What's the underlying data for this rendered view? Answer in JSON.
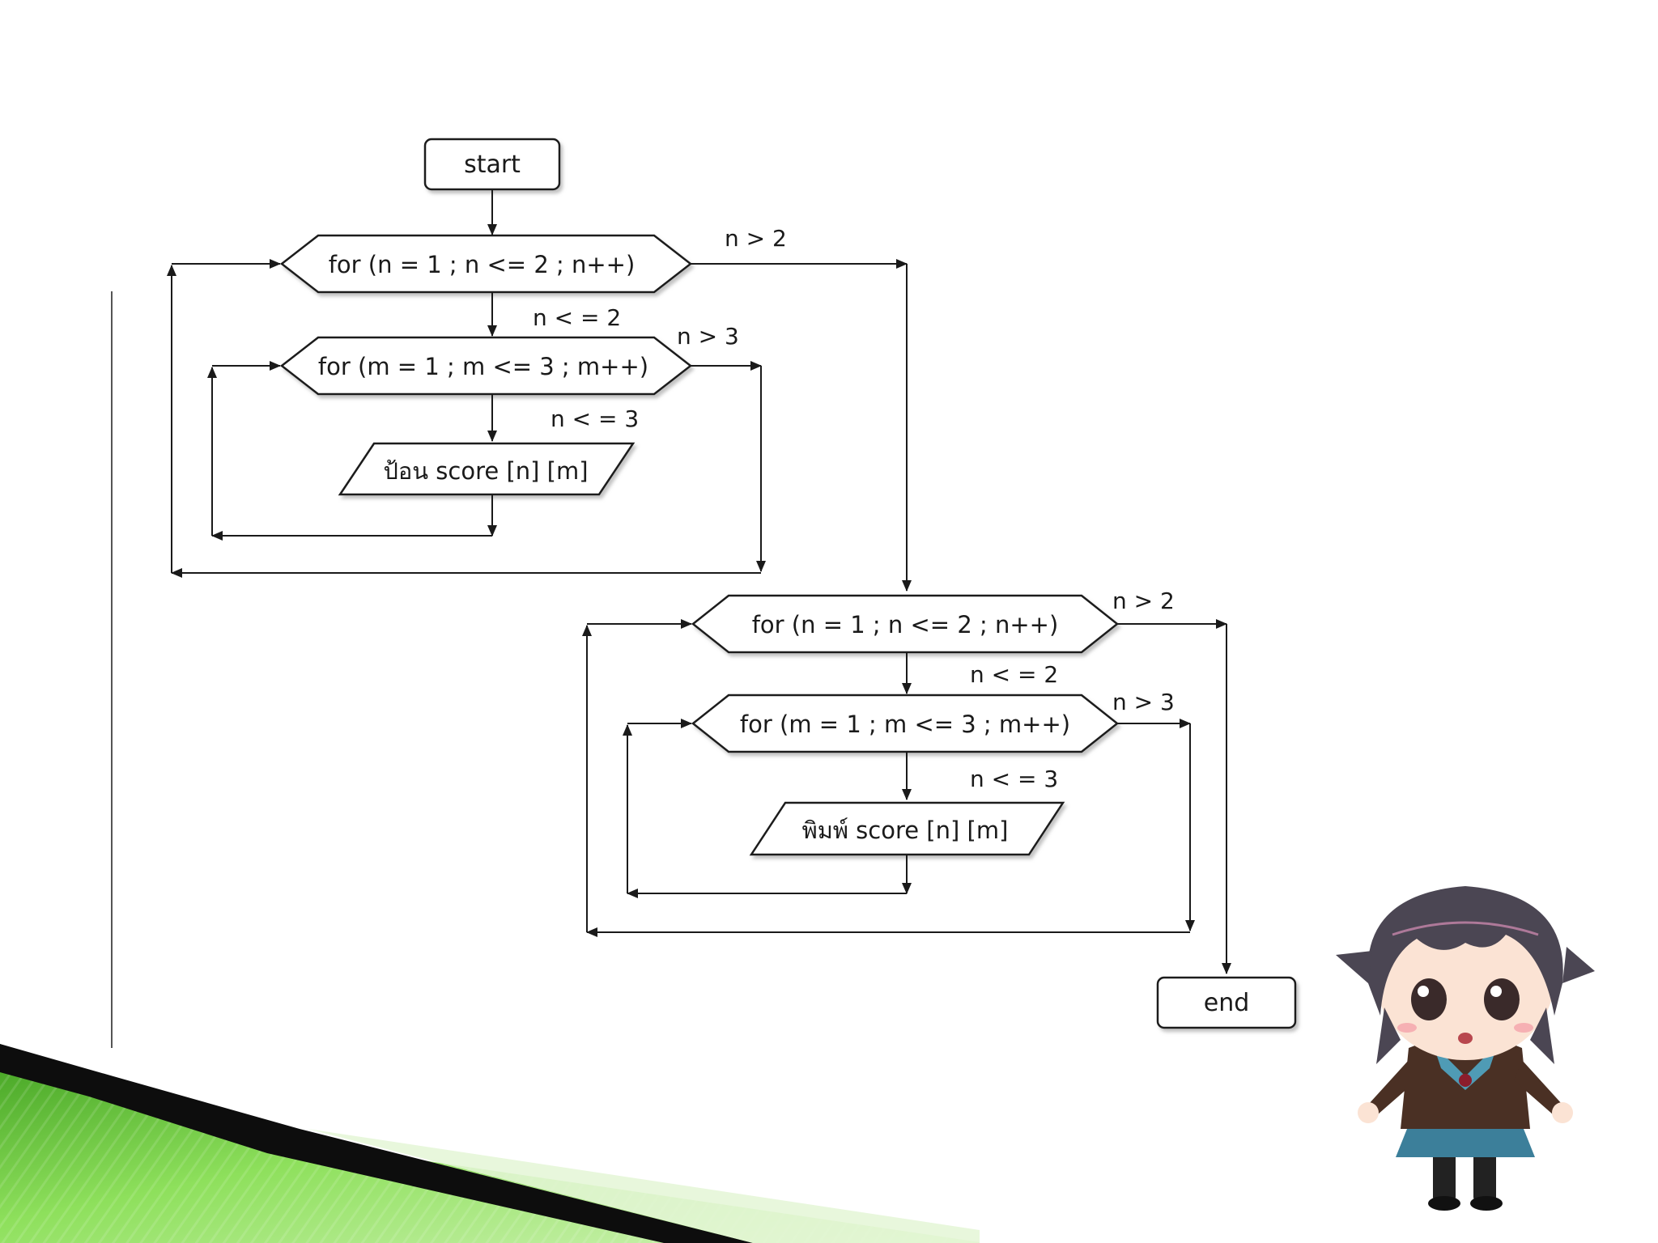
{
  "flowchart": {
    "start_label": "start",
    "end_label": "end",
    "input_block": {
      "outer_loop": "for (n = 1 ; n <= 2 ; n++)",
      "outer_exit": "n > 2",
      "outer_continue": "n < = 2",
      "inner_loop": "for (m = 1 ; m <= 3 ; m++)",
      "inner_exit": "n > 3",
      "inner_continue": "n < = 3",
      "io_step": "ป้อน score [n] [m]"
    },
    "output_block": {
      "outer_loop": "for (n = 1 ; n <= 2 ; n++)",
      "outer_exit": "n > 2",
      "outer_continue": "n < = 2",
      "inner_loop": "for (m = 1 ; m <= 3 ; m++)",
      "inner_exit": "n > 3",
      "inner_continue": "n < = 3",
      "io_step": "พิมพ์ score [n] [m]"
    }
  },
  "decoration": {
    "accent_green": "#7ed957",
    "accent_dark": "#1a1a1a",
    "mascot": "anime-character-illustration"
  }
}
